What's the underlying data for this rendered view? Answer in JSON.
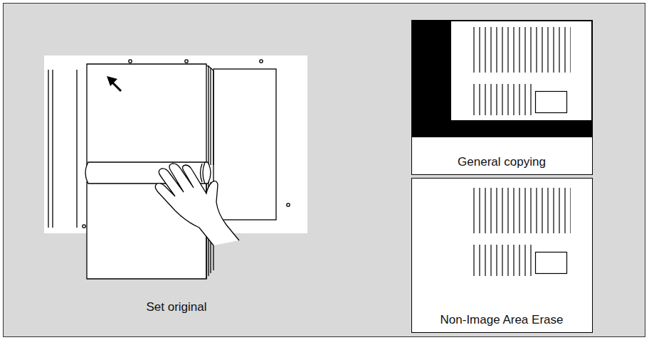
{
  "diagram": {
    "labels": [
      "Set original",
      "General copying",
      "Non-Image Area Erase"
    ]
  }
}
